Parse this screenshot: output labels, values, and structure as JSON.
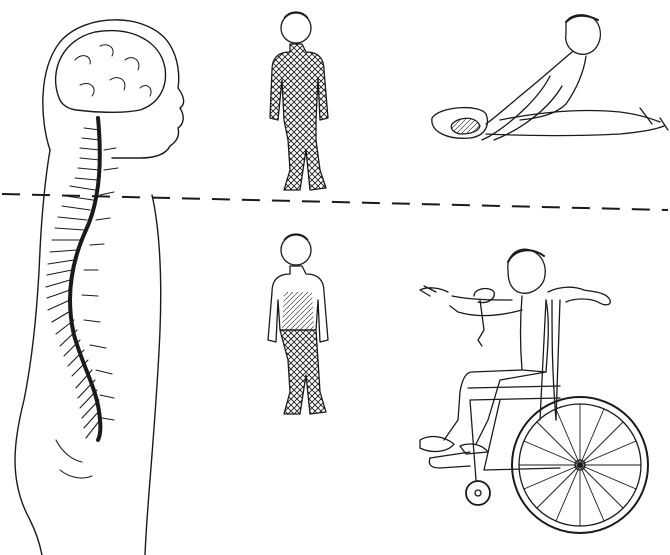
{
  "illustration": {
    "panels": [
      "spine-side-view",
      "child-full-hatching",
      "child-sitting-stretching",
      "child-partial-hatching",
      "child-in-wheelchair"
    ],
    "divider": "dashed-line",
    "colors": {
      "ink": "#1a1a1a",
      "paper": "#ffffff"
    }
  }
}
